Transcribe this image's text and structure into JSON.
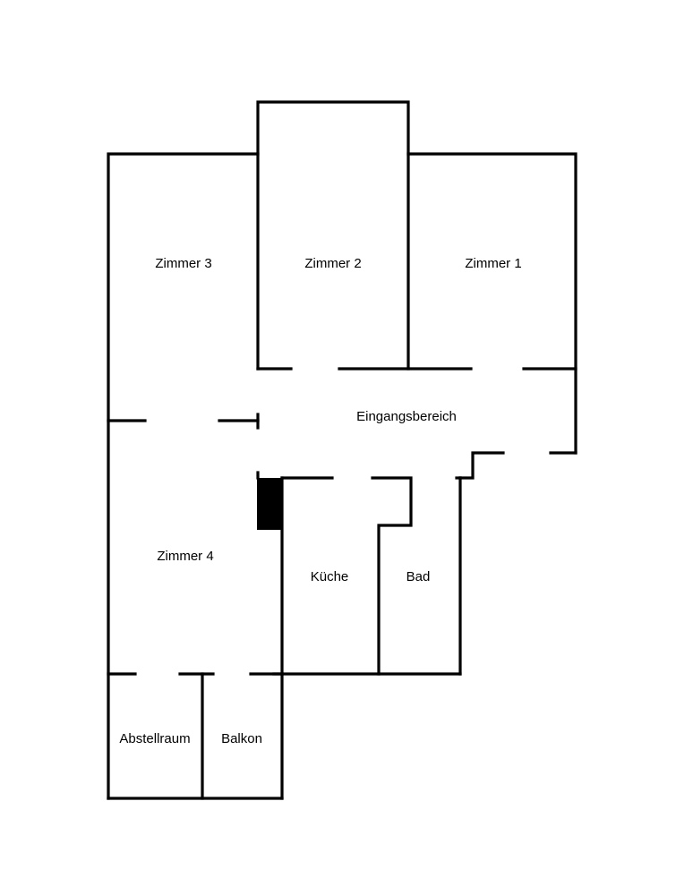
{
  "floorplan": {
    "rooms": [
      {
        "id": "zimmer-3",
        "label": "Zimmer 3"
      },
      {
        "id": "zimmer-2",
        "label": "Zimmer 2"
      },
      {
        "id": "zimmer-1",
        "label": "Zimmer 1"
      },
      {
        "id": "eingangsbereich",
        "label": "Eingangsbereich"
      },
      {
        "id": "zimmer-4",
        "label": "Zimmer 4"
      },
      {
        "id": "kueche",
        "label": "Küche"
      },
      {
        "id": "bad",
        "label": "Bad"
      },
      {
        "id": "abstellraum",
        "label": "Abstellraum"
      },
      {
        "id": "balkon",
        "label": "Balkon"
      }
    ],
    "colors": {
      "wall": "#000000",
      "background": "#ffffff"
    }
  }
}
